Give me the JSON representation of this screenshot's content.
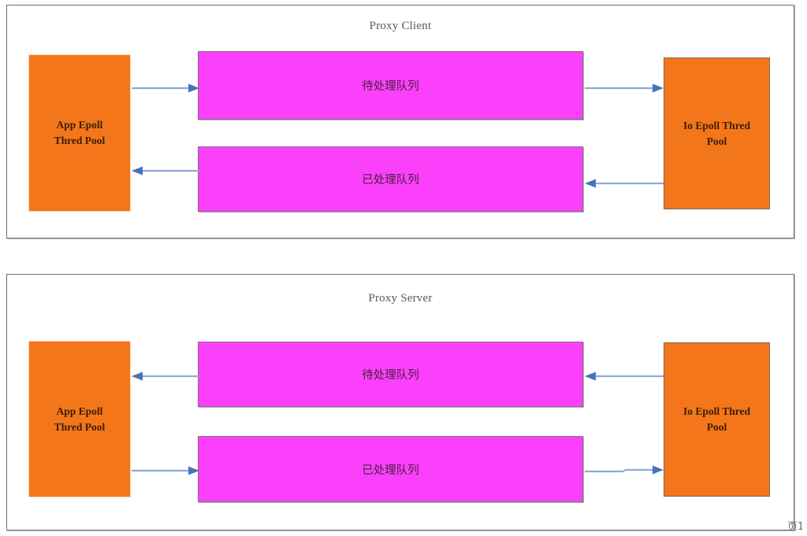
{
  "document": {
    "page_marker_label": "页",
    "page_number": "1"
  },
  "panels": [
    {
      "id": "proxy-client",
      "title": "Proxy Client",
      "left_pool": {
        "line1": "App Epoll",
        "line2": "Thred Pool"
      },
      "right_pool": {
        "line1": "Io Epoll Thred",
        "line2": "Pool"
      },
      "queues": [
        {
          "label": "待处理队列",
          "in_arrow": "right",
          "out_arrow": "right"
        },
        {
          "label": "已处理队列",
          "in_arrow": "left",
          "out_arrow": "left"
        }
      ]
    },
    {
      "id": "proxy-server",
      "title": "Proxy Server",
      "left_pool": {
        "line1": "App Epoll",
        "line2": "Thred Pool"
      },
      "right_pool": {
        "line1": "Io Epoll Thred",
        "line2": "Pool"
      },
      "queues": [
        {
          "label": "待处理队列",
          "in_arrow": "left",
          "out_arrow": "left"
        },
        {
          "label": "已处理队列",
          "in_arrow": "right",
          "out_arrow": "right"
        }
      ]
    }
  ],
  "colors": {
    "pool_fill": "#F4761B",
    "queue_fill": "#FB40FB",
    "arrow": "#8FA9D8",
    "panel_border": "#6e6e6e",
    "title_text": "#58585a"
  }
}
